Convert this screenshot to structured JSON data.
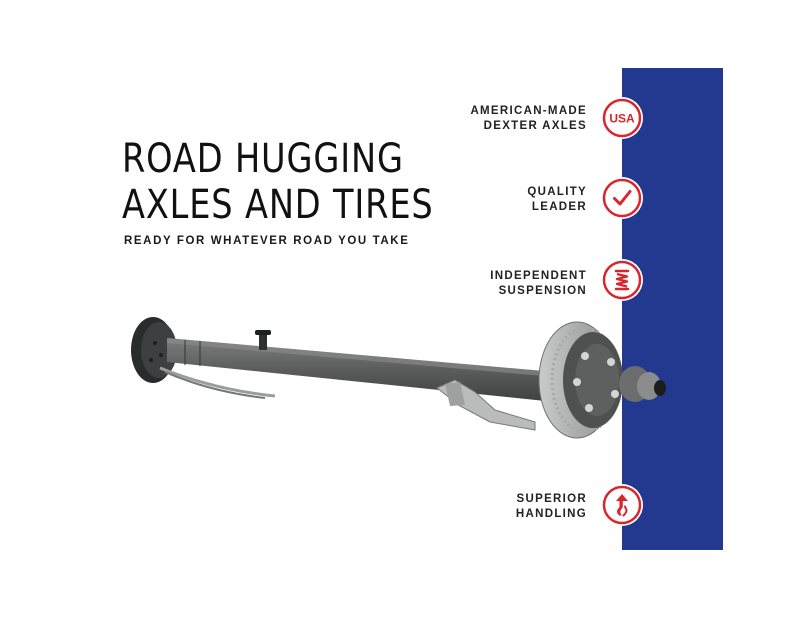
{
  "headline": {
    "line1": "ROAD HUGGING",
    "line2": "AXLES AND TIRES"
  },
  "subhead": "READY FOR WHATEVER ROAD YOU TAKE",
  "features": [
    {
      "line1": "AMERICAN-MADE",
      "line2": "DEXTER AXLES",
      "icon": "usa-badge-icon",
      "badge_text": "USA"
    },
    {
      "line1": "QUALITY",
      "line2": "LEADER",
      "icon": "checkmark-icon"
    },
    {
      "line1": "INDEPENDENT",
      "line2": "SUSPENSION",
      "icon": "spring-icon"
    },
    {
      "line1": "SUPERIOR",
      "line2": "HANDLING",
      "icon": "road-arrow-icon"
    }
  ],
  "colors": {
    "band_blue": "#22398f",
    "icon_red": "#d9262c",
    "axle_gray": "#5a5d5c",
    "text_dark": "#111111"
  }
}
